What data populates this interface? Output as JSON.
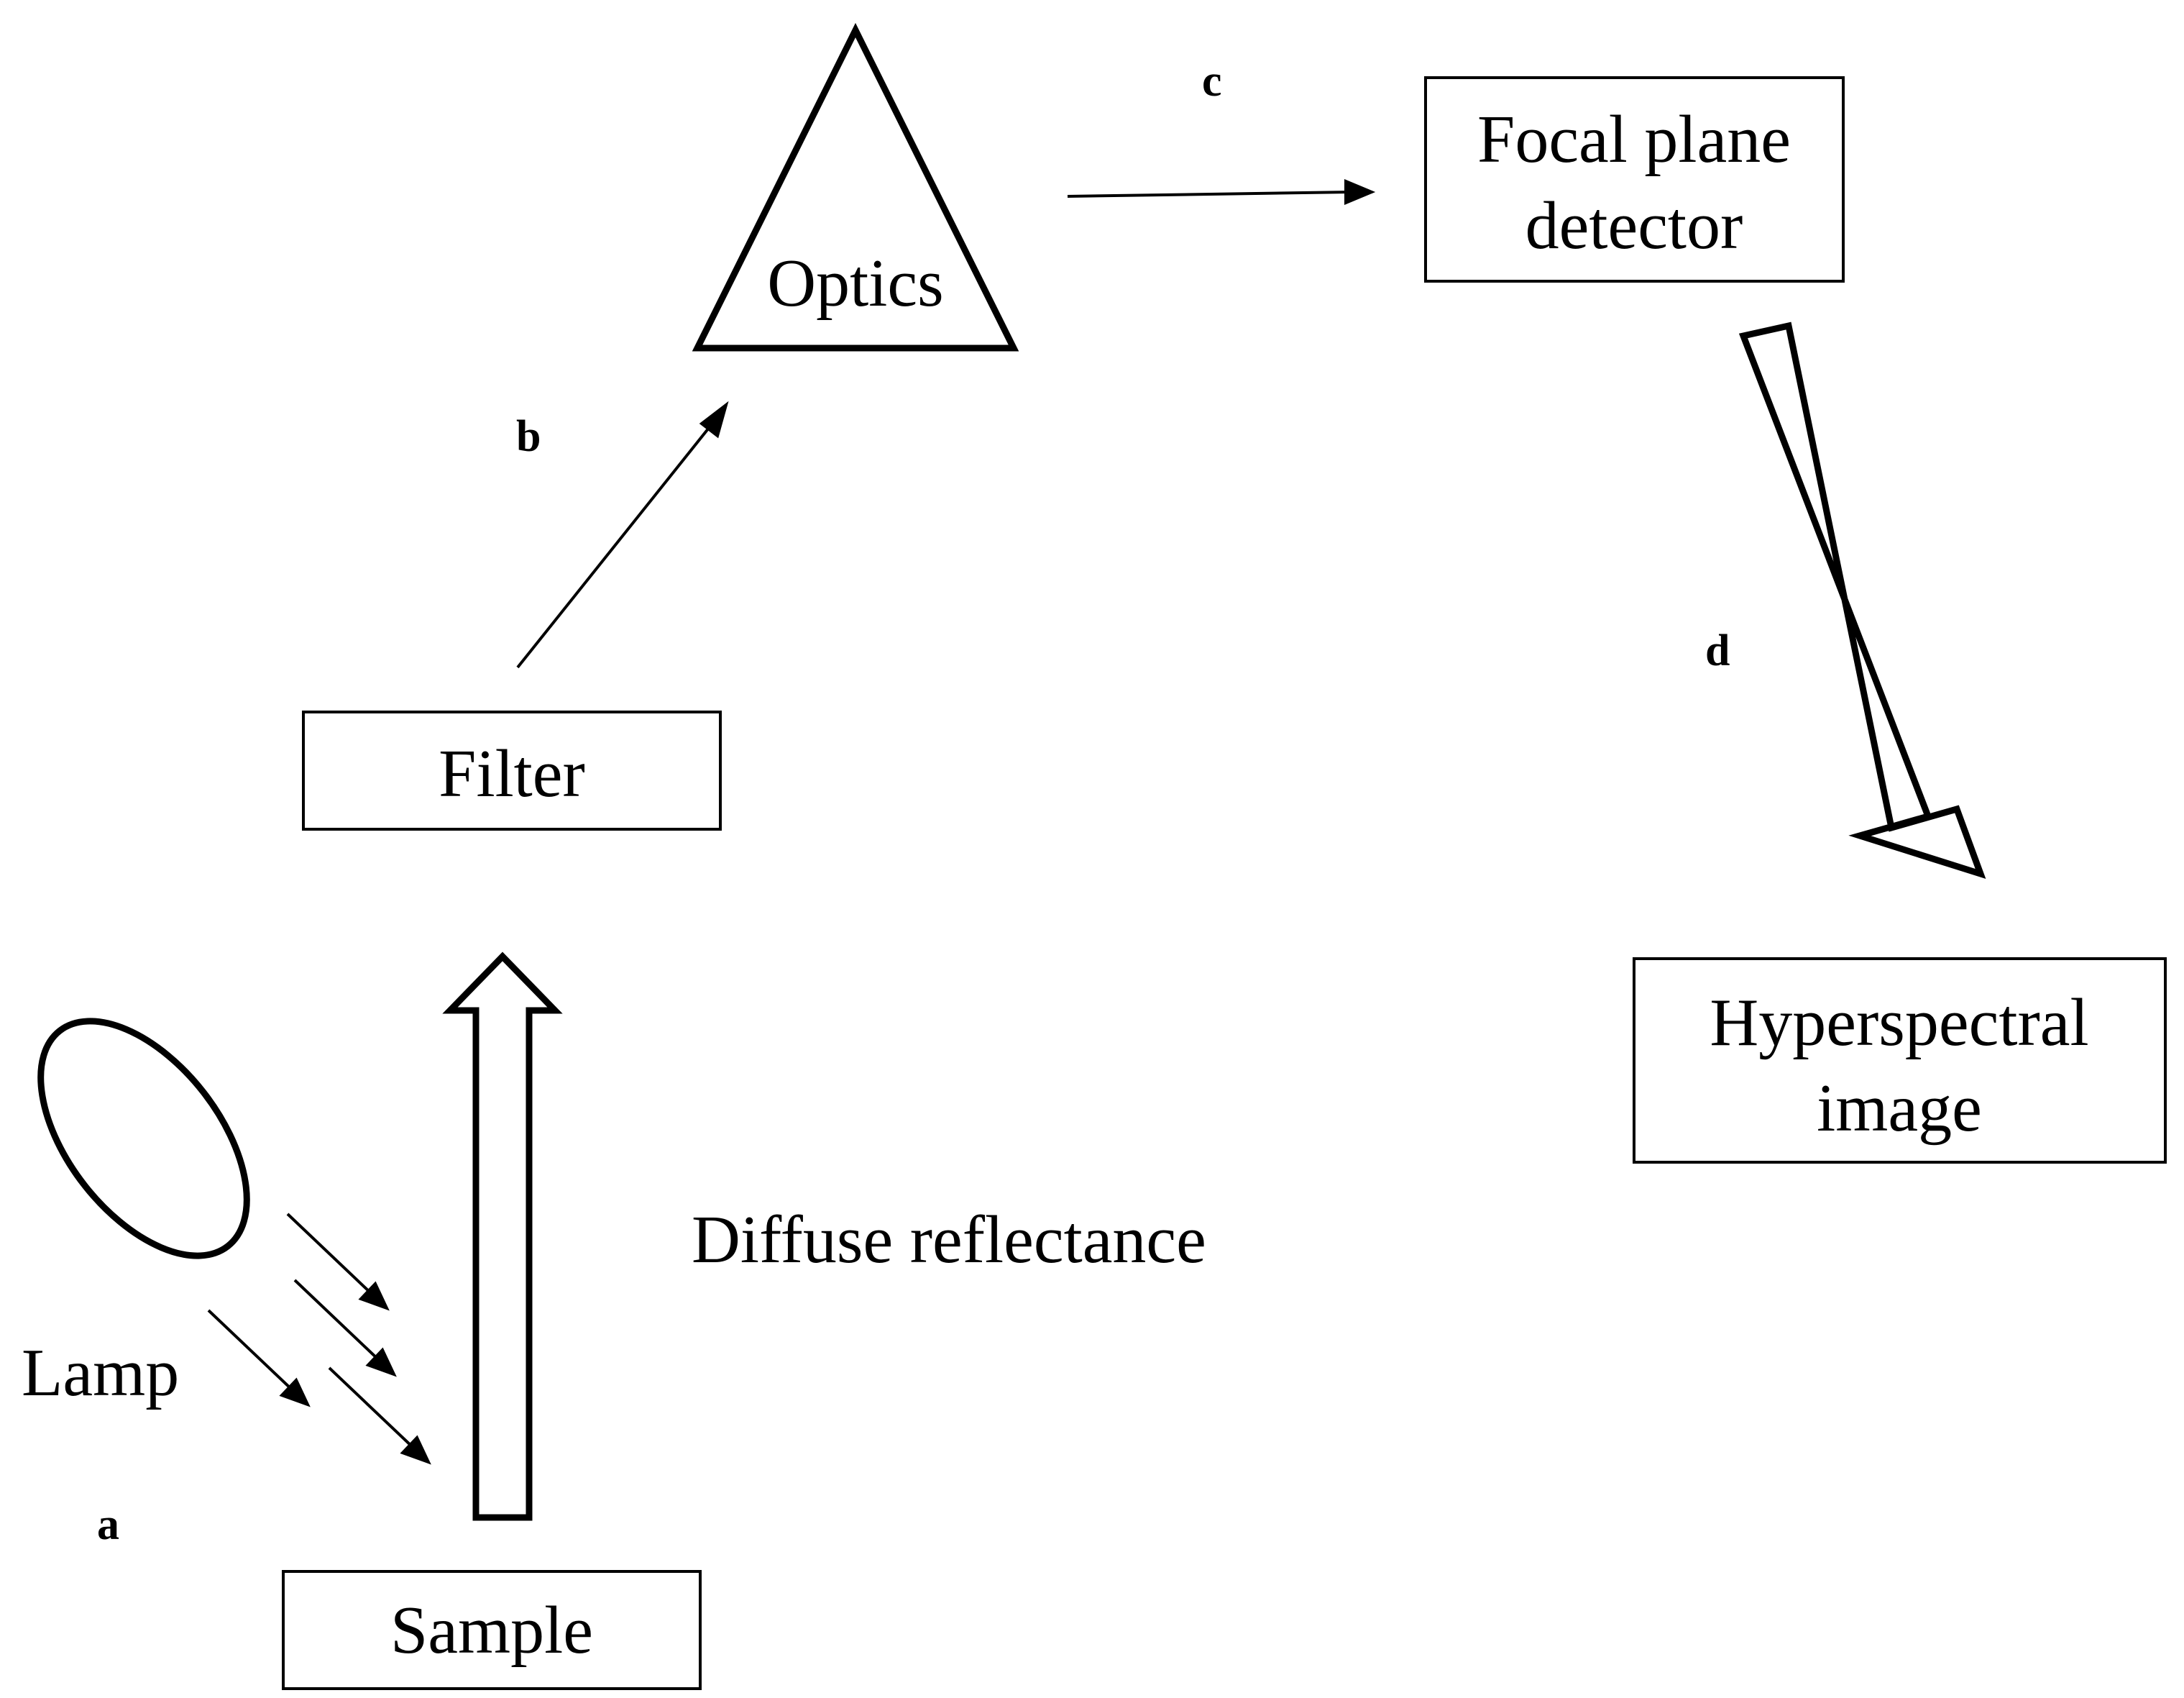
{
  "diagram": {
    "nodes": {
      "sample": "Sample",
      "filter": "Filter",
      "optics": "Optics",
      "detector": [
        "Focal plane",
        "detector"
      ],
      "image": [
        "Hyperspectral",
        "image"
      ]
    },
    "lamp_label": "Lamp",
    "diffuse_label": "Diffuse reflectance",
    "steps": {
      "a": "a",
      "b": "b",
      "c": "c",
      "d": "d"
    },
    "colors": {
      "stroke": "#000000",
      "background": "#ffffff"
    }
  }
}
